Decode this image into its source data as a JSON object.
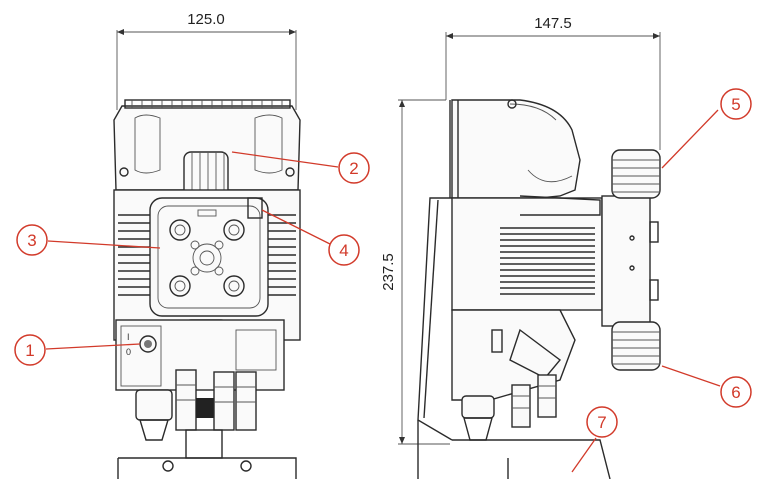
{
  "dimensions": {
    "front_width": "125.0",
    "side_width": "147.5",
    "side_height": "237.5"
  },
  "callouts": [
    "1",
    "2",
    "3",
    "4",
    "5",
    "6",
    "7"
  ],
  "colors": {
    "line": "#2b2b2b",
    "callout": "#d23a2a",
    "background": "#ffffff"
  }
}
